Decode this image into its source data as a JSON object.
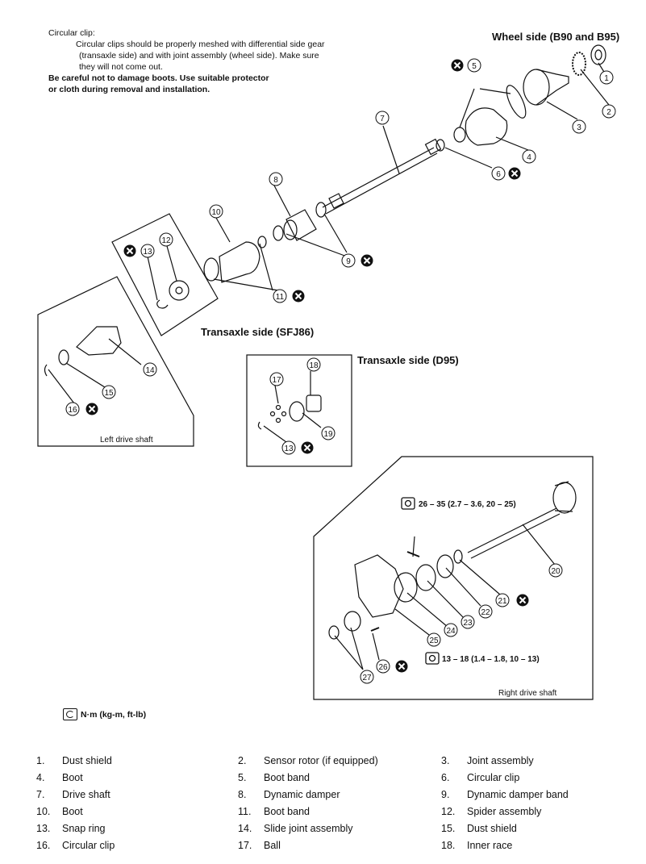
{
  "note": {
    "line1": "Circular clip:",
    "line2": "Circular clips should be properly meshed with differential side gear",
    "line3": "(transaxle side) and with joint assembly (wheel side). Make sure",
    "line4": "they will not come out.",
    "line5": "Be careful not to damage boots. Use suitable protector",
    "line6": "or cloth during removal and installation."
  },
  "headings": {
    "wheel_side": "Wheel side (B90 and B95)",
    "transaxle_sfj86": "Transaxle side (SFJ86)",
    "transaxle_d95": "Transaxle side (D95)"
  },
  "box_labels": {
    "left_drive_shaft": "Left drive shaft",
    "right_drive_shaft": "Right drive shaft"
  },
  "torque": {
    "t1": "26 – 35 (2.7 – 3.6, 20 – 25)",
    "t2": "13 – 18 (1.4 – 1.8, 10 – 13)",
    "unit": "N·m (kg-m, ft-lb)"
  },
  "callouts": [
    "1",
    "2",
    "3",
    "4",
    "5",
    "6",
    "7",
    "8",
    "9",
    "10",
    "11",
    "12",
    "13",
    "14",
    "15",
    "16",
    "17",
    "18",
    "19",
    "20",
    "21",
    "22",
    "23",
    "24",
    "25",
    "26",
    "27"
  ],
  "legend": [
    {
      "num": "1.",
      "label": "Dust shield"
    },
    {
      "num": "2.",
      "label": "Sensor rotor (if equipped)"
    },
    {
      "num": "3.",
      "label": "Joint assembly"
    },
    {
      "num": "4.",
      "label": "Boot"
    },
    {
      "num": "5.",
      "label": "Boot band"
    },
    {
      "num": "6.",
      "label": "Circular clip"
    },
    {
      "num": "7.",
      "label": "Drive shaft"
    },
    {
      "num": "8.",
      "label": "Dynamic damper"
    },
    {
      "num": "9.",
      "label": "Dynamic damper band"
    },
    {
      "num": "10.",
      "label": "Boot"
    },
    {
      "num": "11.",
      "label": "Boot band"
    },
    {
      "num": "12.",
      "label": "Spider assembly"
    },
    {
      "num": "13.",
      "label": "Snap ring"
    },
    {
      "num": "14.",
      "label": "Slide joint assembly"
    },
    {
      "num": "15.",
      "label": "Dust shield"
    },
    {
      "num": "16.",
      "label": "Circular clip"
    },
    {
      "num": "17.",
      "label": "Ball"
    },
    {
      "num": "18.",
      "label": "Inner race"
    }
  ]
}
